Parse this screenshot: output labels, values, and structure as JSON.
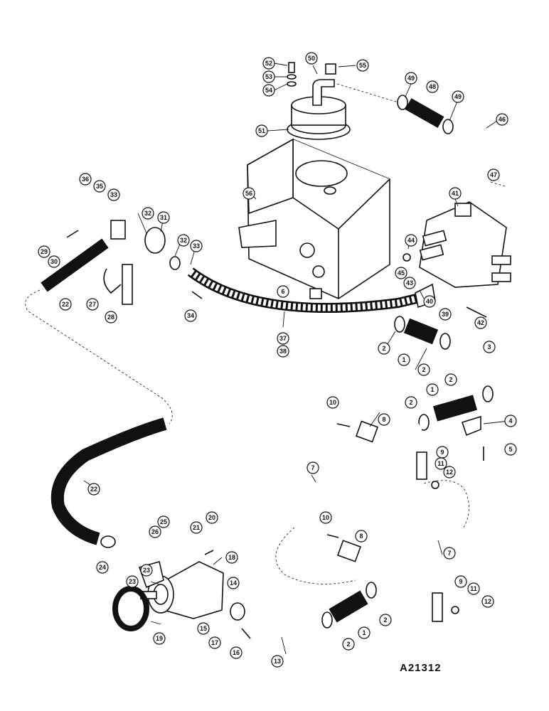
{
  "drawing_id": "A21312",
  "callouts": [
    {
      "n": "52"
    },
    {
      "n": "53"
    },
    {
      "n": "54"
    },
    {
      "n": "50"
    },
    {
      "n": "55"
    },
    {
      "n": "51"
    },
    {
      "n": "49"
    },
    {
      "n": "48"
    },
    {
      "n": "49"
    },
    {
      "n": "46"
    },
    {
      "n": "47"
    },
    {
      "n": "56"
    },
    {
      "n": "41"
    },
    {
      "n": "36"
    },
    {
      "n": "35"
    },
    {
      "n": "33"
    },
    {
      "n": "32"
    },
    {
      "n": "31"
    },
    {
      "n": "29"
    },
    {
      "n": "30"
    },
    {
      "n": "32"
    },
    {
      "n": "33"
    },
    {
      "n": "44"
    },
    {
      "n": "45"
    },
    {
      "n": "43"
    },
    {
      "n": "40"
    },
    {
      "n": "39"
    },
    {
      "n": "42"
    },
    {
      "n": "22"
    },
    {
      "n": "27"
    },
    {
      "n": "28"
    },
    {
      "n": "34"
    },
    {
      "n": "6"
    },
    {
      "n": "37"
    },
    {
      "n": "38"
    },
    {
      "n": "2"
    },
    {
      "n": "1"
    },
    {
      "n": "2"
    },
    {
      "n": "3"
    },
    {
      "n": "2"
    },
    {
      "n": "1"
    },
    {
      "n": "2"
    },
    {
      "n": "10"
    },
    {
      "n": "8"
    },
    {
      "n": "4"
    },
    {
      "n": "5"
    },
    {
      "n": "9"
    },
    {
      "n": "11"
    },
    {
      "n": "12"
    },
    {
      "n": "7"
    },
    {
      "n": "22"
    },
    {
      "n": "10"
    },
    {
      "n": "8"
    },
    {
      "n": "7"
    },
    {
      "n": "25"
    },
    {
      "n": "26"
    },
    {
      "n": "21"
    },
    {
      "n": "20"
    },
    {
      "n": "18"
    },
    {
      "n": "24"
    },
    {
      "n": "23"
    },
    {
      "n": "23"
    },
    {
      "n": "14"
    },
    {
      "n": "9"
    },
    {
      "n": "11"
    },
    {
      "n": "12"
    },
    {
      "n": "15"
    },
    {
      "n": "17"
    },
    {
      "n": "16"
    },
    {
      "n": "19"
    },
    {
      "n": "13"
    },
    {
      "n": "2"
    },
    {
      "n": "1"
    },
    {
      "n": "2"
    }
  ]
}
